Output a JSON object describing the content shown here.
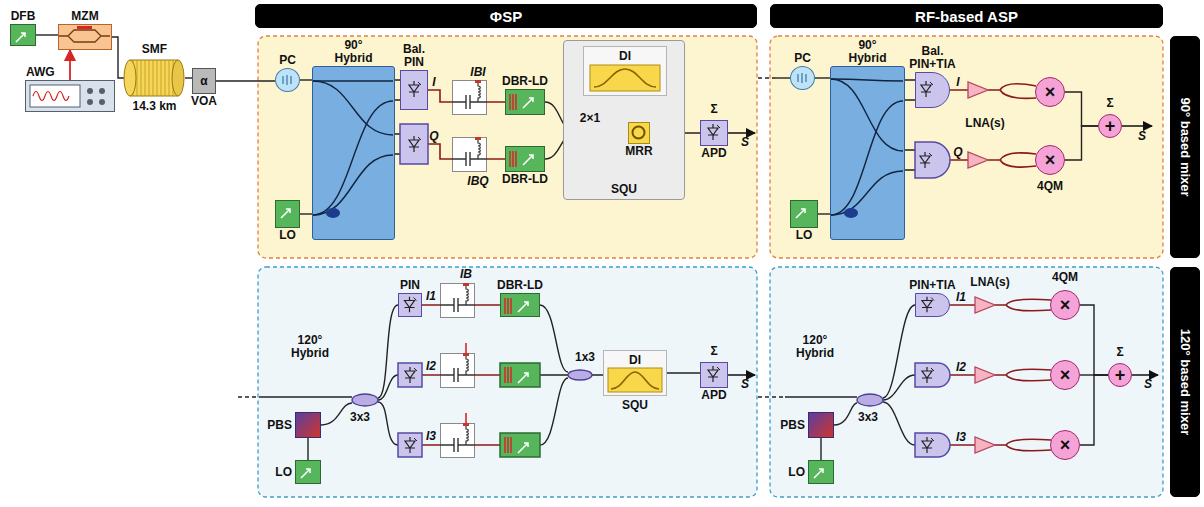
{
  "diagram": {
    "nodes": [
      {
        "text": [
          "ΦSP"
        ]
      },
      {
        "text": [
          "RF-based ASP"
        ]
      },
      {
        "text": [
          "90° based mixer"
        ]
      },
      {
        "text": [
          "120° based mixer"
        ]
      },
      {
        "text": [
          "DFB"
        ]
      },
      {
        "text": [
          "MZM"
        ]
      },
      {
        "text": [
          "AWG"
        ]
      },
      {
        "text": [
          "SMF",
          "14.3 km"
        ]
      },
      {
        "text": [
          "α",
          "VOA"
        ]
      },
      {
        "text": [
          "PC"
        ]
      },
      {
        "text": [
          "90° Hybrid"
        ]
      },
      {
        "text": [
          "LO"
        ]
      },
      {
        "text": [
          "Bal. PIN"
        ]
      },
      {
        "text": [
          "DBR-LD"
        ]
      },
      {
        "text": [
          "DBR-LD"
        ]
      },
      {
        "text": [
          "SQU"
        ]
      },
      {
        "text": [
          "DI"
        ],
        "in": 15
      },
      {
        "text": [
          "MRR"
        ],
        "in": 15
      },
      {
        "text": [
          "APD"
        ]
      },
      {
        "text": [
          "PC"
        ]
      },
      {
        "text": [
          "90° Hybrid"
        ]
      },
      {
        "text": [
          "LO"
        ]
      },
      {
        "text": [
          "Bal. PIN+TIA"
        ]
      },
      {
        "text": [
          "×"
        ]
      },
      {
        "text": [
          "×"
        ]
      },
      {
        "text": [
          "+"
        ]
      },
      {
        "text": [
          "PBS"
        ]
      },
      {
        "text": [
          "LO"
        ]
      },
      {
        "text": [
          "PIN"
        ]
      },
      {
        "text": [
          "DBR-LD"
        ]
      },
      {
        "text": [
          "DI"
        ]
      },
      {
        "text": [
          "APD"
        ]
      },
      {
        "text": [
          "PBS"
        ]
      },
      {
        "text": [
          "LO"
        ]
      },
      {
        "text": [
          "PIN+TIA"
        ]
      },
      {
        "text": [
          "×"
        ]
      },
      {
        "text": [
          "×"
        ]
      },
      {
        "text": [
          "×"
        ]
      },
      {
        "text": [
          "+"
        ]
      }
    ],
    "edges": [
      {
        "from": 4,
        "to": 5,
        "arrow": "none"
      },
      {
        "from": 6,
        "to": 5,
        "arrow": "to"
      },
      {
        "from": 5,
        "to": 7,
        "arrow": "none"
      },
      {
        "from": 7,
        "to": 8,
        "arrow": "none"
      },
      {
        "from": 8,
        "to": 9,
        "arrow": "none"
      },
      {
        "from": 9,
        "to": 10,
        "arrow": "none"
      },
      {
        "from": 11,
        "to": 10,
        "arrow": "none"
      },
      {
        "from": 17,
        "to": 18,
        "arrow": "none"
      },
      {
        "from": 23,
        "to": 25,
        "arrow": "none"
      },
      {
        "from": 24,
        "to": 25,
        "arrow": "none"
      },
      {
        "from": 27,
        "to": 26,
        "arrow": "none"
      },
      {
        "from": 30,
        "to": 31,
        "arrow": "none"
      },
      {
        "from": 33,
        "to": 32,
        "arrow": "none"
      },
      {
        "from": 35,
        "to": 38,
        "arrow": "none"
      },
      {
        "from": 36,
        "to": 38,
        "arrow": "none"
      },
      {
        "from": 37,
        "to": 38,
        "arrow": "none"
      },
      {
        "from": 19,
        "to": 20,
        "arrow": "none"
      },
      {
        "from": 21,
        "to": 20,
        "arrow": "none"
      }
    ],
    "labels": [
      "I",
      "Q",
      "IBI",
      "IBQ",
      "2×1",
      "Σ",
      "S",
      "I",
      "Q",
      "LNA(s)",
      "4QM",
      "Σ",
      "S",
      "120° Hybrid",
      "3x3",
      "IB",
      "I1",
      "I2",
      "I3",
      "1x3",
      "SQU",
      "Σ",
      "S",
      "120° Hybrid",
      "3x3",
      "I1",
      "I2",
      "I3",
      "LNA(s)",
      "4QM",
      "Σ",
      "S"
    ]
  }
}
